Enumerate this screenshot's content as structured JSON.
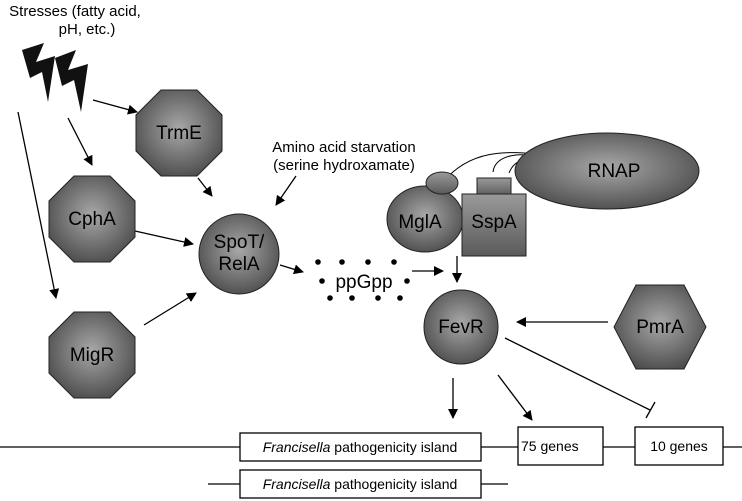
{
  "stress_label": [
    "Stresses (fatty acid,",
    "pH, etc.)"
  ],
  "starvation_label": [
    "Amino acid starvation",
    "(serine hydroxamate)"
  ],
  "nodes": {
    "trme": "TrmE",
    "cpha": "CphA",
    "migr": "MigR",
    "spot_rela": [
      "SpoT/",
      "RelA"
    ],
    "ppgpp": "ppGpp",
    "mgla": "MglA",
    "sspa": "SspA",
    "rnap": "RNAP",
    "fevr": "FevR",
    "pmra": "PmrA"
  },
  "boxes": {
    "fpi_top_italic": "Francisella",
    "fpi_top_rest": " pathogenicity island",
    "genes75": "75 genes",
    "genes10": "10 genes",
    "fpi_bottom_italic": "Francisella",
    "fpi_bottom_rest": " pathogenicity island"
  },
  "colors": {
    "node_fill_dark": "#555555",
    "node_fill_light": "#9a9a9a",
    "stroke": "#000000"
  }
}
